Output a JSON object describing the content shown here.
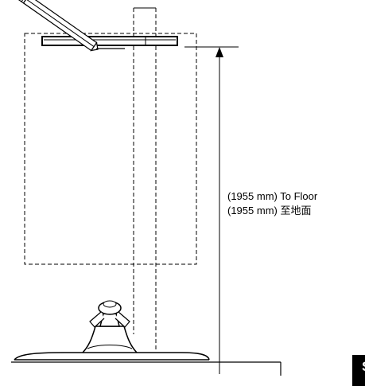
{
  "dimension": {
    "line_en": "(1955 mm) To Floor",
    "line_zh": "(1955 mm) 至地面"
  },
  "page_tab": {
    "label": "S"
  },
  "colors": {
    "line": "#000000",
    "background": "#ffffff",
    "tab": "#000000"
  }
}
